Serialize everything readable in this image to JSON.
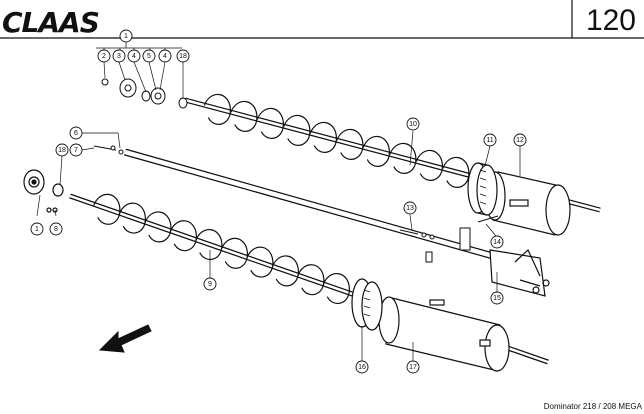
{
  "header": {
    "brand": "CLAAS",
    "page_number": "120"
  },
  "footer": {
    "model_text": "Dominator 218 / 208 MEGA"
  },
  "callouts": {
    "c1_top": "1",
    "c2": "2",
    "c3": "3",
    "c4a": "4",
    "c5": "5",
    "c4b": "4",
    "c18_top": "18",
    "c6": "6",
    "c7": "7",
    "c18_left": "18",
    "c1_left": "1",
    "c8": "8",
    "c10": "10",
    "c11": "11",
    "c12": "12",
    "c13": "13",
    "c14": "14",
    "c9": "9",
    "c15": "15",
    "c16": "16",
    "c17": "17"
  },
  "colors": {
    "ink": "#111111",
    "paper": "#ffffff"
  }
}
